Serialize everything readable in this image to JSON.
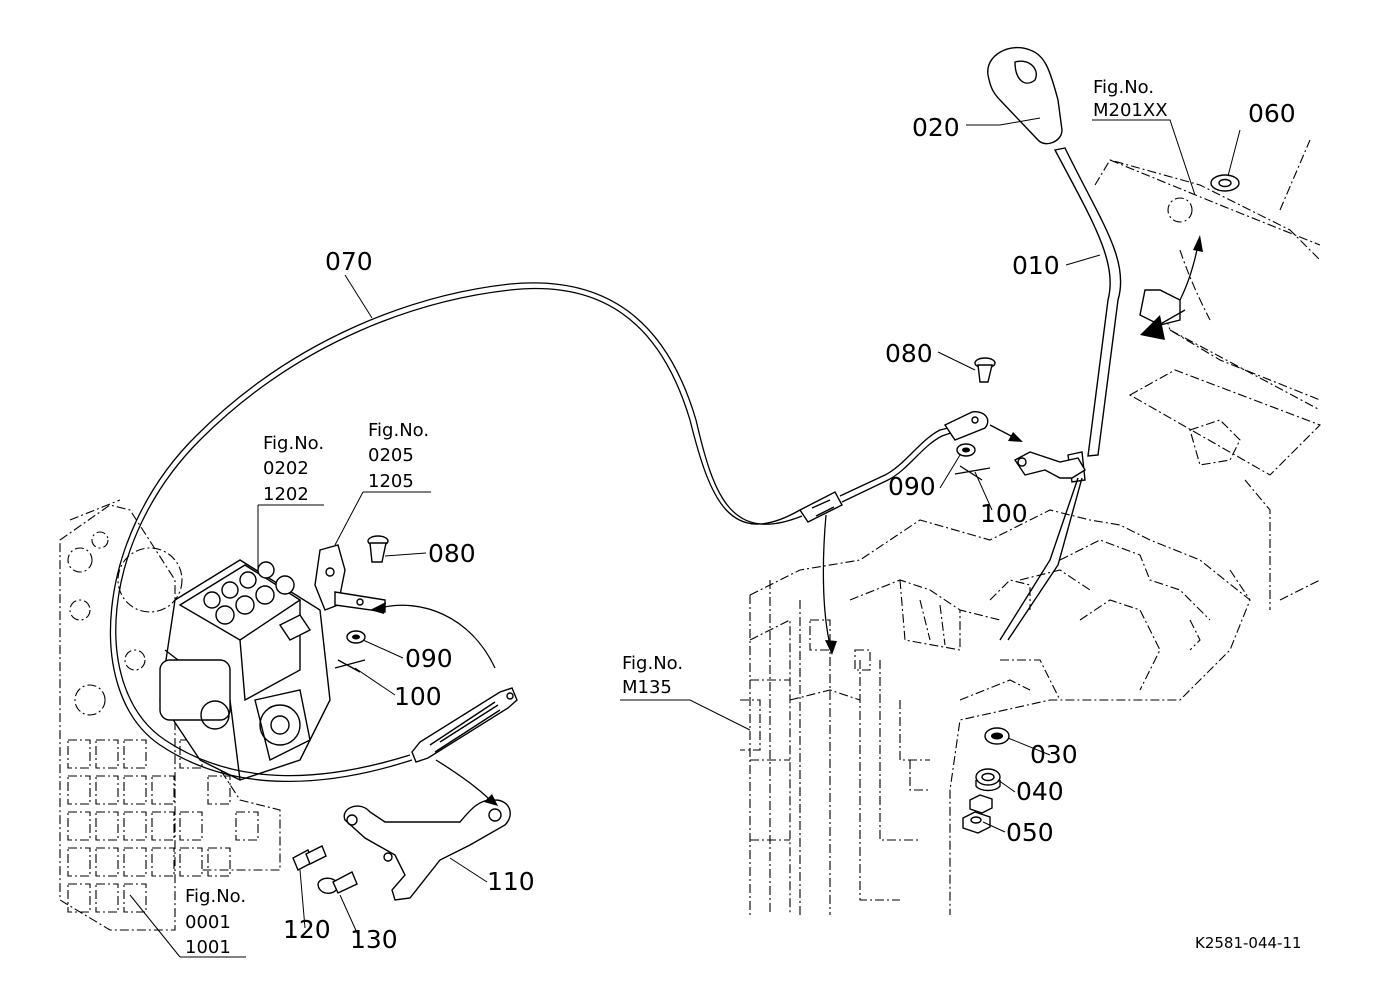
{
  "labels": {
    "p010": "010",
    "p020": "020",
    "p030": "030",
    "p040": "040",
    "p050": "050",
    "p060": "060",
    "p070": "070",
    "p080a": "080",
    "p080b": "080",
    "p090a": "090",
    "p090b": "090",
    "p100a": "100",
    "p100b": "100",
    "p110": "110",
    "p120": "120",
    "p130": "130"
  },
  "figrefs": {
    "m201": {
      "line1": "Fig.No.",
      "line2": "M201XX"
    },
    "f0202": {
      "line1": "Fig.No.",
      "line2": "0202",
      "line3": "1202"
    },
    "f0205": {
      "line1": "Fig.No.",
      "line2": "0205",
      "line3": "1205"
    },
    "m135": {
      "line1": "Fig.No.",
      "line2": "M135"
    },
    "f0001": {
      "line1": "Fig.No.",
      "line2": "0001",
      "line3": "1001"
    }
  },
  "drawing_code": "K2581-044-11"
}
